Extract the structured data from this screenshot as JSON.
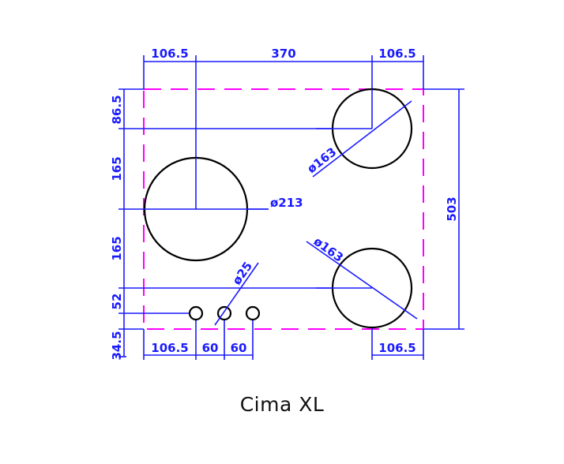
{
  "caption": "Cima XL",
  "colors": {
    "dimension": "#1a1aff",
    "outline": "#ff00ff",
    "part": "#000000"
  },
  "dimensions": {
    "top_left": "106.5",
    "top_middle": "370",
    "top_right": "106.5",
    "left_1": "86.5",
    "left_2": "165",
    "left_3": "165",
    "left_4": "52",
    "left_5": "34.5",
    "right_height": "503",
    "bottom_left": "106.5",
    "bottom_mid_1": "60",
    "bottom_mid_2": "60",
    "bottom_right": "106.5"
  },
  "diameters": {
    "large_burner": "ø213",
    "top_right_burner": "ø163",
    "bottom_right_burner": "ø163",
    "knob": "ø25"
  }
}
